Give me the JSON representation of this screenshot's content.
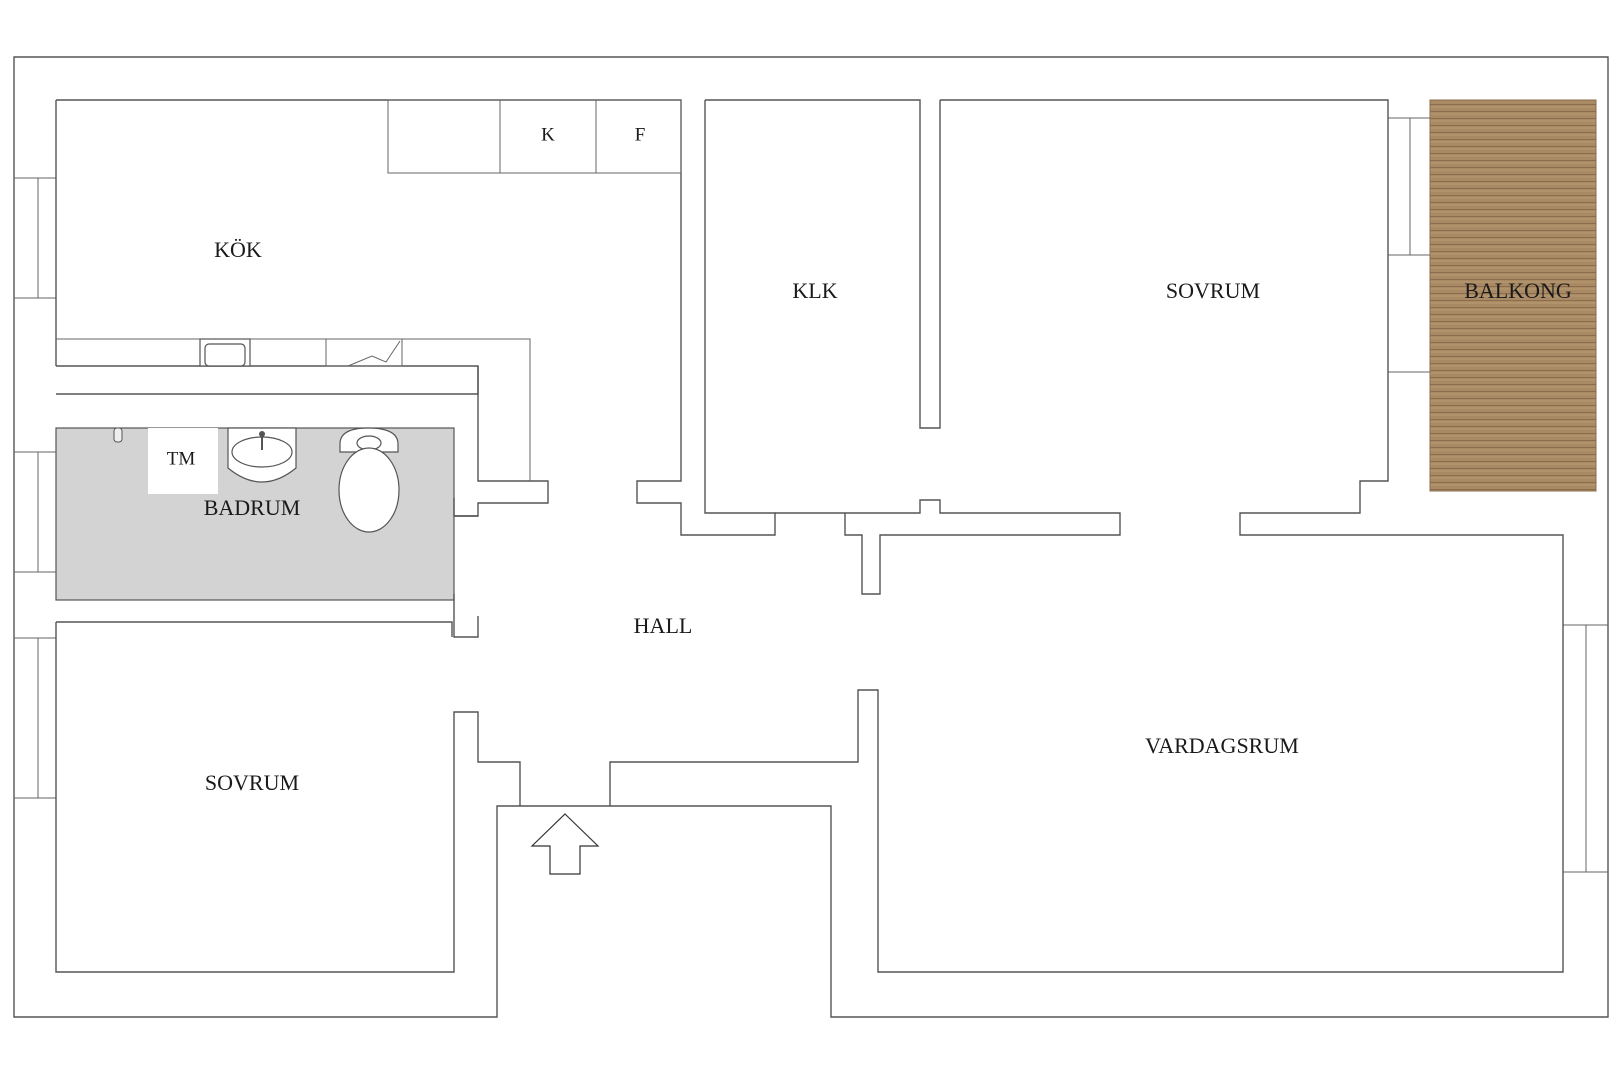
{
  "rooms": {
    "kitchen": "KÖK",
    "closet": "KLK",
    "bedroom_top": "SOVRUM",
    "balcony": "BALKONG",
    "bathroom": "BADRUM",
    "hall": "HALL",
    "bedroom_bottom": "SOVRUM",
    "living_room": "VARDAGSRUM"
  },
  "fixtures": {
    "fridge": "K",
    "freezer": "F",
    "washing_machine": "TM"
  },
  "colors": {
    "bathroom_floor": "#d3d3d3",
    "balcony_deck": "#a98a64",
    "walls": "#555555"
  },
  "icons": {
    "entrance": "up-arrow-icon"
  }
}
